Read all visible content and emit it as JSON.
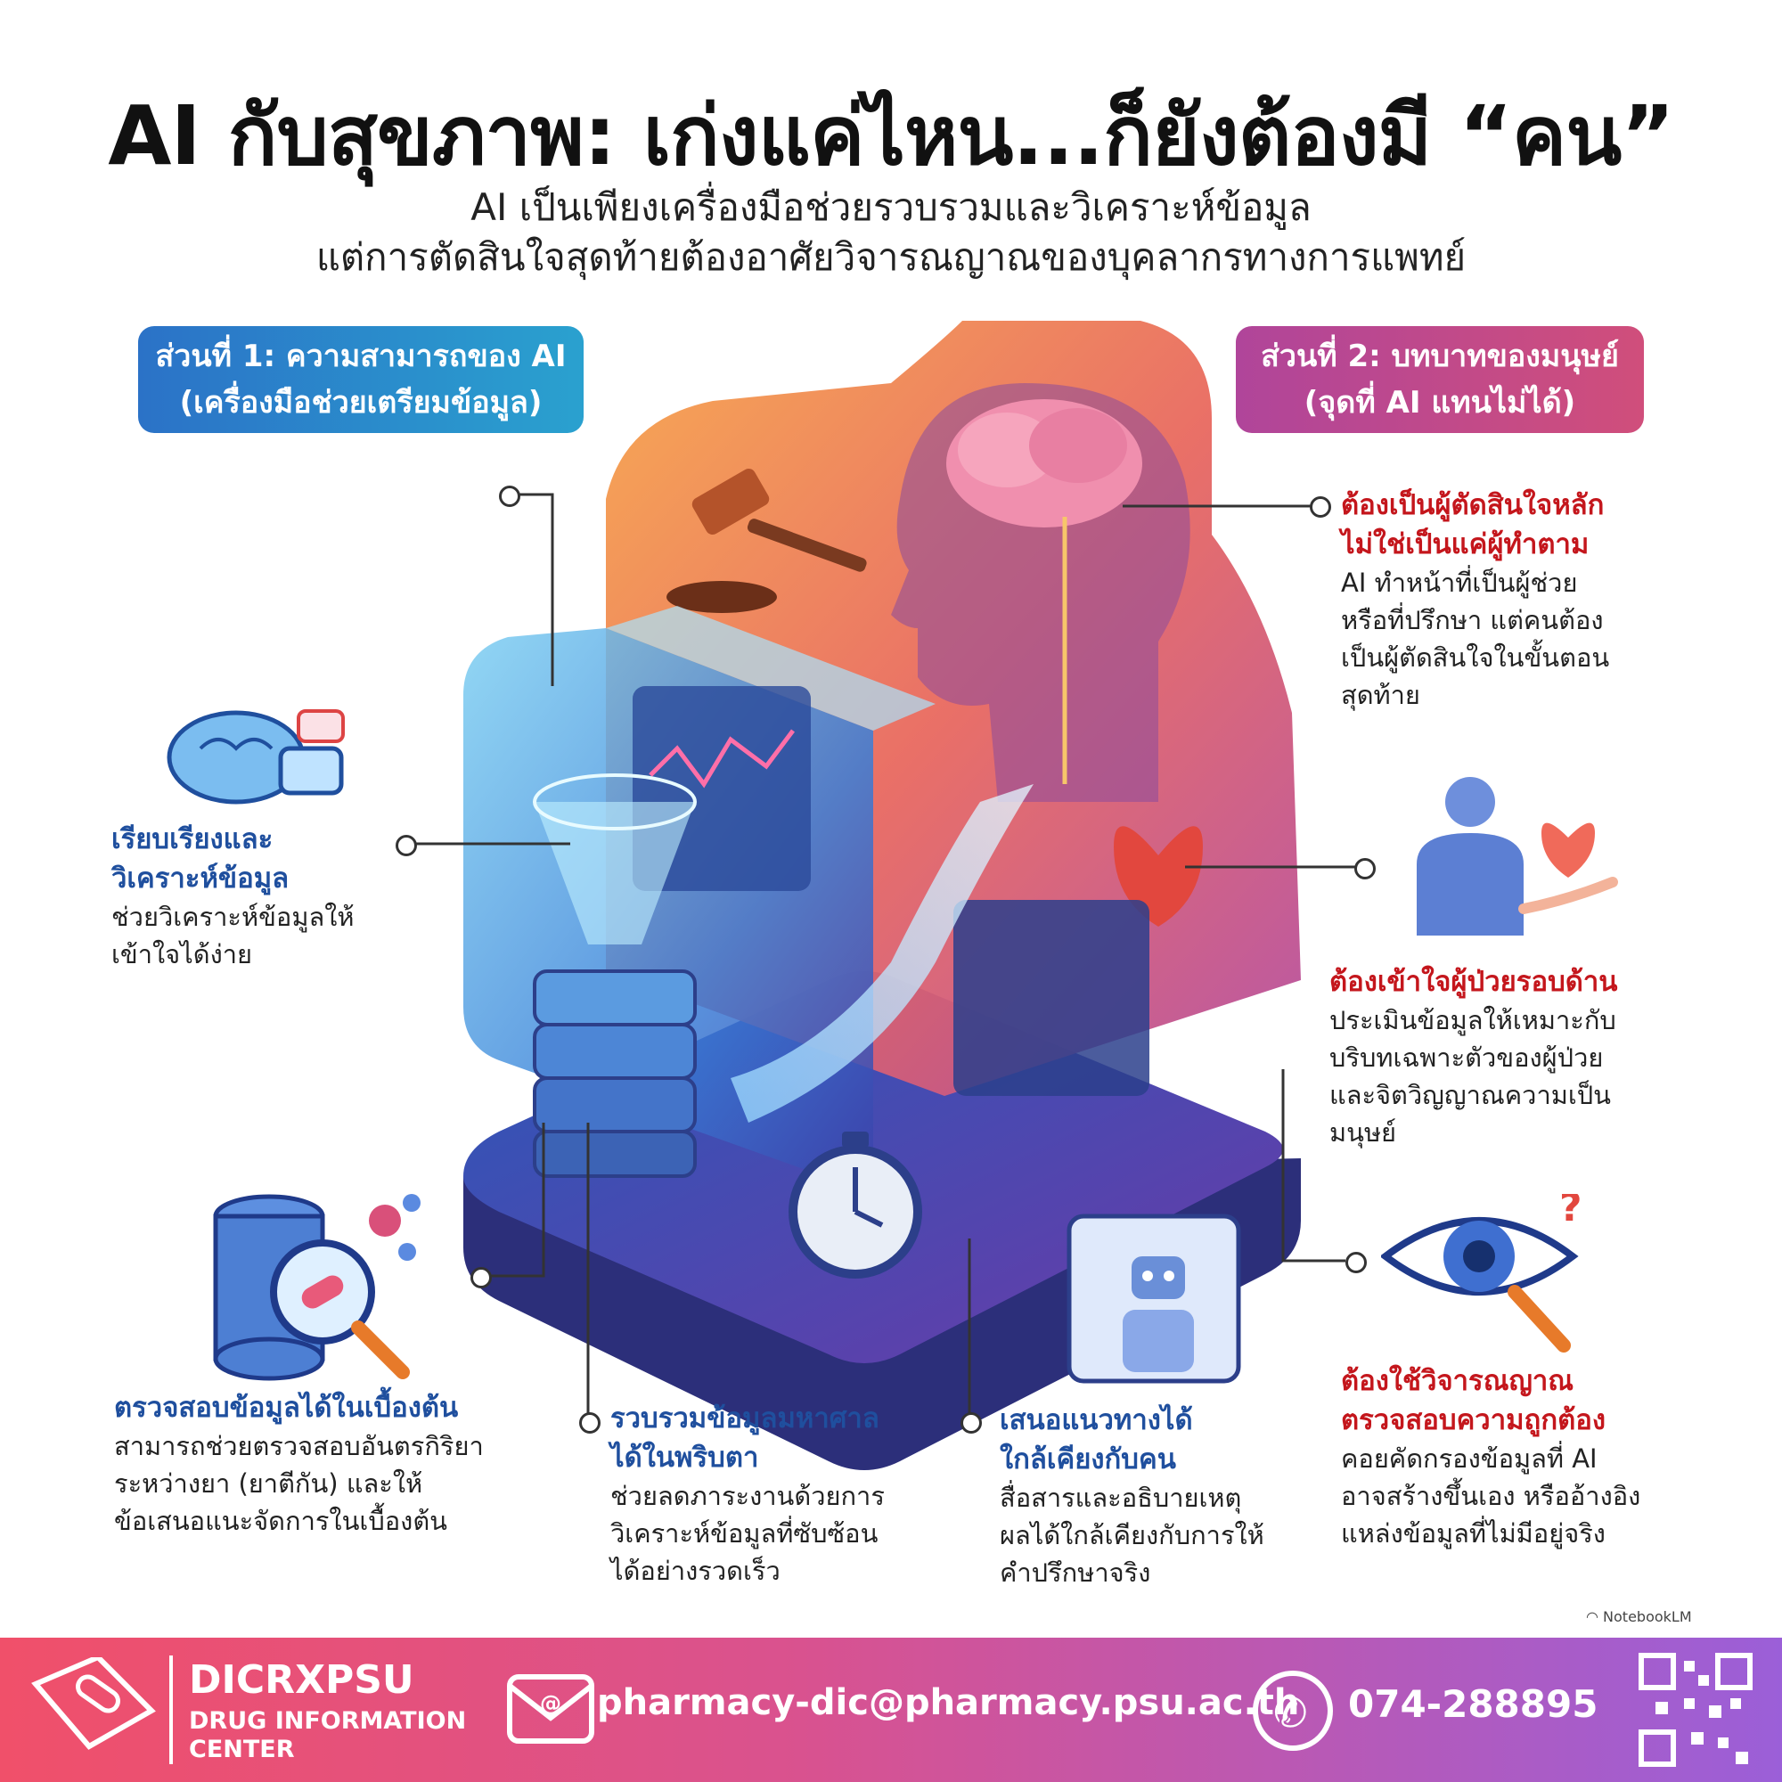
{
  "title": "AI กับสุขภาพ: เก่งแค่ไหน...ก็ยังต้องมี “คน”",
  "subtitle": [
    "AI เป็นเพียงเครื่องมือช่วยรวบรวมและวิเคราะห์ข้อมูล",
    "แต่การตัดสินใจสุดท้ายต้องอาศัยวิจารณญาณของบุคลากรทางการแพทย์"
  ],
  "part1": {
    "line1": "ส่วนที่ 1: ความสามารถของ AI",
    "line2": "(เครื่องมือช่วยเตรียมข้อมูล)"
  },
  "part2": {
    "line1": "ส่วนที่ 2: บทบาทของมนุษย์",
    "line2": "(จุดที่ AI แทนไม่ได้)"
  },
  "ai_callouts": {
    "organize": {
      "title": [
        "เรียบเรียงและ",
        "วิเคราะห์ข้อมูล"
      ],
      "desc": [
        "ช่วยวิเคราะห์ข้อมูลให้",
        "เข้าใจได้ง่าย"
      ]
    },
    "check": {
      "title": [
        "ตรวจสอบข้อมูลได้ในเบื้องต้น"
      ],
      "desc": [
        "สามารถช่วยตรวจสอบอันตรกิริยา",
        "ระหว่างยา (ยาตีกัน) และให้",
        "ข้อเสนอแนะจัดการในเบื้องต้น"
      ]
    },
    "collect": {
      "title": [
        "รวบรวมข้อมูลมหาศาล",
        "ได้ในพริบตา"
      ],
      "desc": [
        "ช่วยลดภาระงานด้วยการ",
        "วิเคราะห์ข้อมูลที่ซับซ้อน",
        "ได้อย่างรวดเร็ว"
      ]
    },
    "suggest": {
      "title": [
        "เสนอแนวทางได้",
        "ใกล้เคียงกับคน"
      ],
      "desc": [
        "สื่อสารและอธิบายเหตุ",
        "ผลได้ใกล้เคียงกับการให้",
        "คำปรึกษาจริง"
      ]
    }
  },
  "human_callouts": {
    "decide": {
      "title": [
        "ต้องเป็นผู้ตัดสินใจหลัก",
        "ไม่ใช่เป็นแค่ผู้ทำตาม"
      ],
      "desc": [
        "AI ทำหน้าที่เป็นผู้ช่วย",
        "หรือที่ปรึกษา แต่คนต้อง",
        "เป็นผู้ตัดสินใจในขั้นตอน",
        "สุดท้าย"
      ]
    },
    "understand": {
      "title": [
        "ต้องเข้าใจผู้ป่วยรอบด้าน"
      ],
      "desc": [
        "ประเมินข้อมูลให้เหมาะกับ",
        "บริบทเฉพาะตัวของผู้ป่วย",
        "และจิตวิญญาณความเป็น",
        "มนุษย์"
      ]
    },
    "judge": {
      "title": [
        "ต้องใช้วิจารณญาณ",
        "ตรวจสอบความถูกต้อง"
      ],
      "desc": [
        "คอยคัดกรองข้อมูลที่ AI",
        "อาจสร้างขึ้นเอง หรืออ้างอิง",
        "แหล่งข้อมูลที่ไม่มีอยู่จริง"
      ]
    }
  },
  "watermark": "NotebookLM",
  "footer": {
    "brand": "DICRXPSU",
    "center_line1": "DRUG INFORMATION",
    "center_line2": "CENTER",
    "email": "pharmacy-dic@pharmacy.psu.ac.th",
    "phone": "074-288895"
  },
  "colors": {
    "ai_blue": "#1f4f9e",
    "human_red": "#c4161c",
    "footer_start": "#f0506a",
    "footer_end": "#9b5fd8"
  }
}
